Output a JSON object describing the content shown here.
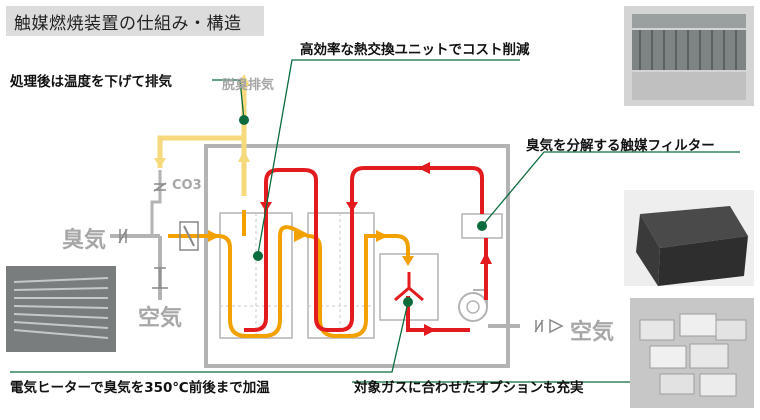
{
  "title": "触媒燃焼装置の仕組み・構造",
  "callouts": {
    "heat_exchanger": "高効率な熱交換ユニットでコスト削減",
    "cooling": "処理後は温度を下げて排気",
    "catalyst_filter": "臭気を分解する触媒フィルター",
    "heater": "電気ヒーターで臭気を350℃前後まで加温",
    "options": "対象ガスに合わせたオプションも充実"
  },
  "flow_labels": {
    "deodorized_exhaust": "脱臭排気",
    "co3": "CO3",
    "odor": "臭気",
    "air_left": "空気",
    "air_right": "空気"
  },
  "colors": {
    "hot_flow": "#e31b1f",
    "warm_flow": "#f2a100",
    "cool_flow": "#f6d97b",
    "housing": "#b3b3b3",
    "callout_dot": "#0a6b3c",
    "callout_line": "#0a6b3c"
  },
  "icons": [
    "valve-icon",
    "damper-icon",
    "fan-icon",
    "heater-icon",
    "catalyst-icon",
    "filter-icon"
  ]
}
